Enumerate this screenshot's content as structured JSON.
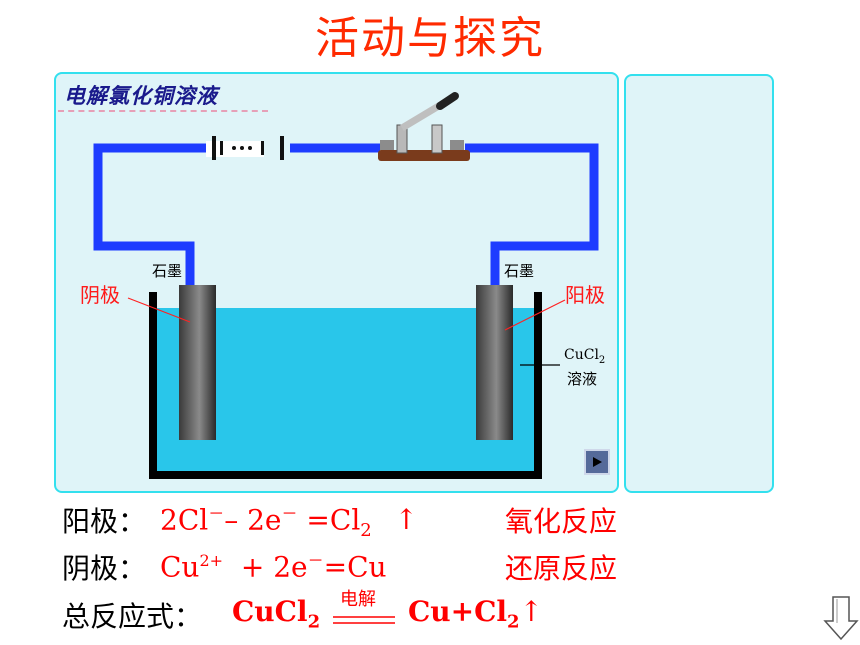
{
  "title": "活动与探究",
  "panel_caption": "电解氯化铜溶液",
  "labels": {
    "graphite_left": "石墨",
    "graphite_right": "石墨",
    "cathode": "阴极",
    "anode": "阳极",
    "solution_line1": "CuCl",
    "solution_sub": "2",
    "solution_line2": "溶液"
  },
  "equations": {
    "anode_key": "阳极：",
    "anode_eq_a": "2Cl",
    "anode_eq_sup1": "－",
    "anode_eq_b": "– 2e",
    "anode_eq_sup2": "－",
    "anode_eq_c": " =Cl",
    "anode_eq_sub": "2",
    "anode_eq_arrow": "↑",
    "anode_type": "氧化反应",
    "cathode_key": "阴极：",
    "cathode_eq_a": "Cu",
    "cathode_eq_sup1": "2+",
    "cathode_eq_b": "  + 2e",
    "cathode_eq_sup2": "－",
    "cathode_eq_c": "=Cu",
    "cathode_type": "还原反应",
    "total_key": "总反应式：",
    "total_reactant": "CuCl",
    "total_reactant_sub": "2",
    "total_condition": "电解",
    "total_product_a": "Cu+Cl",
    "total_product_sub": "2",
    "total_product_arrow": "↑"
  },
  "colors": {
    "title": "#ff2a00",
    "wire": "#1e3cff",
    "solution": "#29c6ea",
    "panel_bg": "#dff4f8",
    "panel_border": "#33e0ee",
    "equation": "#ff0000"
  },
  "icons": [
    "battery-icon",
    "switch-icon",
    "play-icon",
    "down-arrow-icon"
  ]
}
